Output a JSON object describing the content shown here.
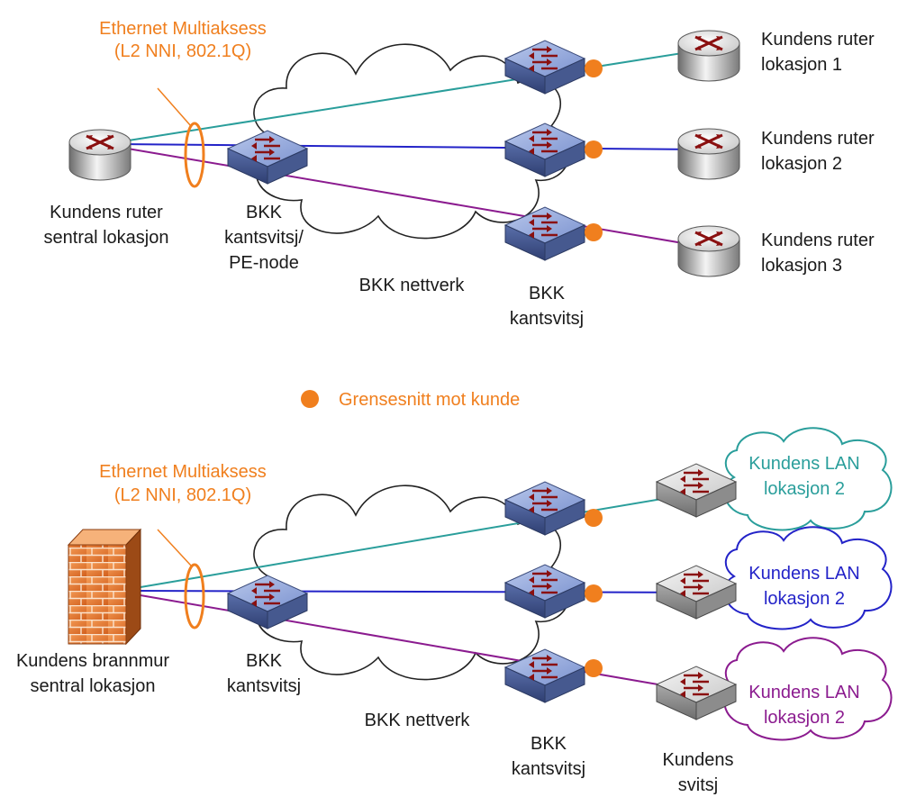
{
  "colors": {
    "orange": "#f07f1e",
    "teal": "#2a9e9b",
    "blue": "#2323c8",
    "purple": "#8b1b8f",
    "text": "#1a1a1a",
    "cloud_stroke": "#222222"
  },
  "legend": {
    "label": "Grensesnitt mot kunde"
  },
  "top": {
    "multiaccess": [
      "Ethernet Multiaksess",
      "(L2 NNI, 802.1Q)"
    ],
    "central": [
      "Kundens ruter",
      "sentral lokasjon"
    ],
    "edge_node": [
      "BKK",
      "kantsvitsj/",
      "PE-node"
    ],
    "network": "BKK nettverk",
    "edge_switch": [
      "BKK",
      "kantsvitsj"
    ],
    "sites": [
      [
        "Kundens ruter",
        "lokasjon 1"
      ],
      [
        "Kundens ruter",
        "lokasjon 2"
      ],
      [
        "Kundens ruter",
        "lokasjon 3"
      ]
    ]
  },
  "bottom": {
    "multiaccess": [
      "Ethernet Multiaksess",
      "(L2 NNI, 802.1Q)"
    ],
    "central": [
      "Kundens brannmur",
      "sentral lokasjon"
    ],
    "edge_node": [
      "BKK",
      "kantsvitsj"
    ],
    "network": "BKK nettverk",
    "edge_switch": [
      "BKK",
      "kantsvitsj"
    ],
    "customer_switch": [
      "Kundens",
      "svitsj"
    ],
    "lans": [
      [
        "Kundens LAN",
        "lokasjon 2"
      ],
      [
        "Kundens LAN",
        "lokasjon 2"
      ],
      [
        "Kundens LAN",
        "lokasjon 2"
      ]
    ]
  }
}
